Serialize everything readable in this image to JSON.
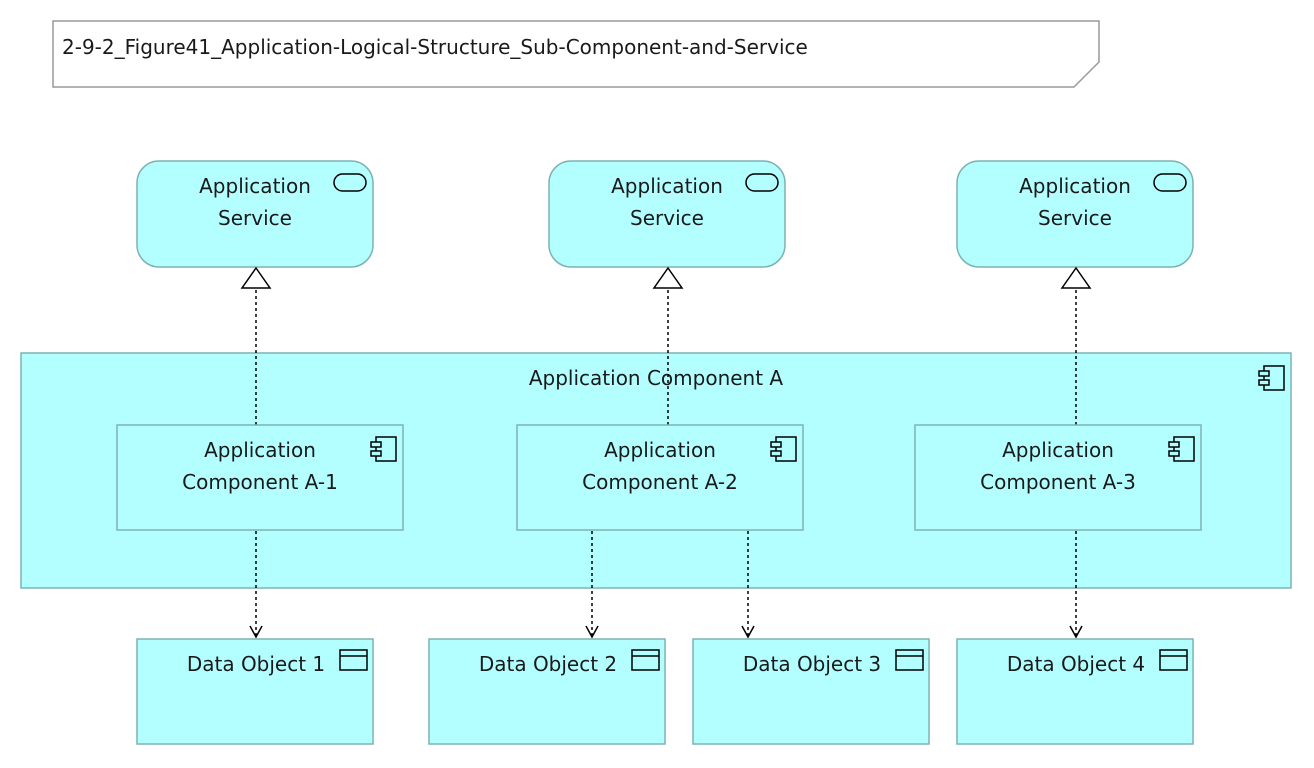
{
  "diagram": {
    "title": "2-9-2_Figure41_Application-Logical-Structure_Sub-Component-and-Service",
    "colors": {
      "element_fill": "#b3ffff",
      "element_stroke": "#7fb2b2",
      "text": "#1a1a1a",
      "connector": "#000000",
      "note_stroke": "#999999"
    },
    "services": [
      {
        "line1": "Application",
        "line2": "Service",
        "icon": "service-icon"
      },
      {
        "line1": "Application",
        "line2": "Service",
        "icon": "service-icon"
      },
      {
        "line1": "Application",
        "line2": "Service",
        "icon": "service-icon"
      }
    ],
    "container": {
      "label": "Application Component A",
      "icon": "component-icon"
    },
    "components": [
      {
        "line1": "Application",
        "line2": "Component A-1",
        "icon": "component-icon"
      },
      {
        "line1": "Application",
        "line2": "Component A-2",
        "icon": "component-icon"
      },
      {
        "line1": "Application",
        "line2": "Component A-3",
        "icon": "component-icon"
      }
    ],
    "data_objects": [
      {
        "label": "Data Object 1",
        "icon": "data-object-icon"
      },
      {
        "label": "Data Object 2",
        "icon": "data-object-icon"
      },
      {
        "label": "Data Object 3",
        "icon": "data-object-icon"
      },
      {
        "label": "Data Object 4",
        "icon": "data-object-icon"
      }
    ],
    "relationships": [
      {
        "type": "realization",
        "from": "component-1",
        "to": "service-1"
      },
      {
        "type": "realization",
        "from": "component-2",
        "to": "service-2"
      },
      {
        "type": "realization",
        "from": "component-3",
        "to": "service-3"
      },
      {
        "type": "access",
        "from": "component-1",
        "to": "data-object-1"
      },
      {
        "type": "access",
        "from": "component-2",
        "to": "data-object-2"
      },
      {
        "type": "access",
        "from": "component-2",
        "to": "data-object-3"
      },
      {
        "type": "access",
        "from": "component-3",
        "to": "data-object-4"
      }
    ]
  }
}
